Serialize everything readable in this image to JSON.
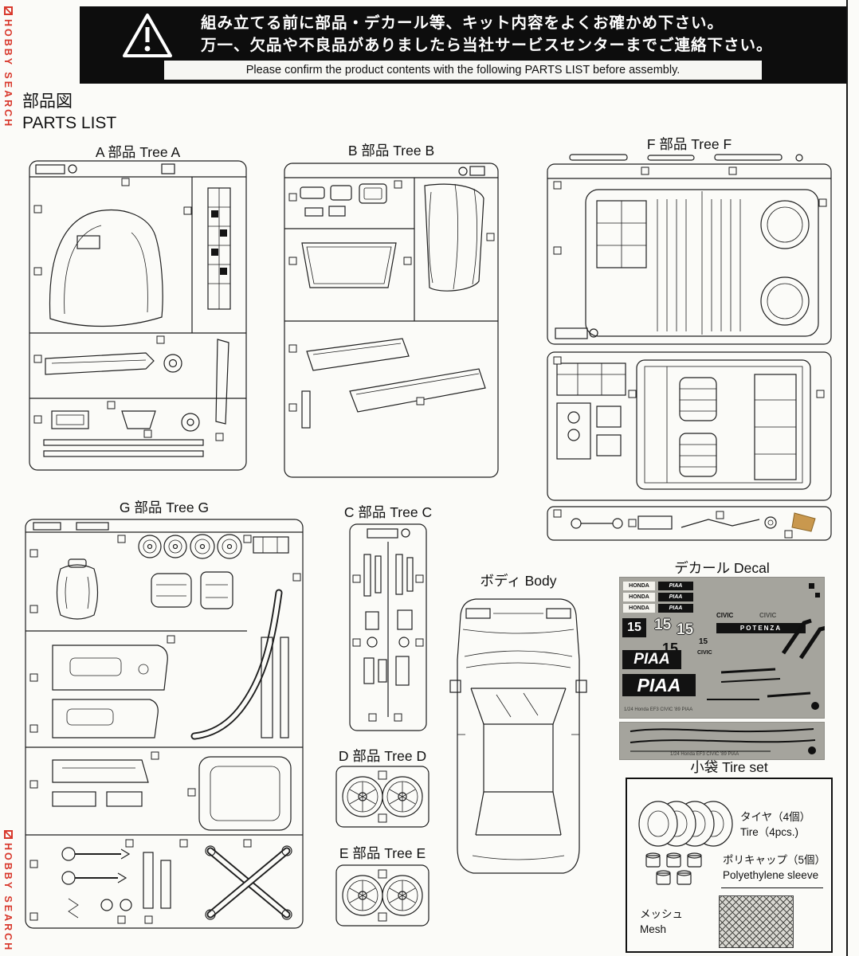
{
  "watermark": {
    "text": "HOBBY SEARCH",
    "color": "#d8382c"
  },
  "banner": {
    "line1": "組み立てる前に部品・デカール等、キット内容をよくお確かめ下さい。",
    "line2": "万一、欠品や不良品がありましたら当社サービスセンターまでご連絡下さい。",
    "english": "Please confirm the product contents with the following PARTS LIST before assembly."
  },
  "heading": {
    "jp": "部品図",
    "en": "PARTS LIST"
  },
  "trees": {
    "a": "A 部品 Tree A",
    "b": "B 部品 Tree B",
    "c": "C 部品 Tree C",
    "d": "D 部品 Tree D",
    "e": "E 部品 Tree E",
    "f": "F 部品 Tree F",
    "g": "G 部品 Tree G"
  },
  "body_label": "ボディ  Body",
  "decal": {
    "label": "デカール Decal",
    "honda": "HONDA",
    "piaa": "PIAA",
    "num15": "15",
    "civic": "CIVIC",
    "potenza": "POTENZA",
    "caption": "1/24 Honda EF3 CIVIC '89 PIAA"
  },
  "tire_set": {
    "label": "小袋 Tire set",
    "tire_jp": "タイヤ（4個）",
    "tire_en": "Tire（4pcs.)",
    "polycap_jp": "ポリキャップ（5個）",
    "polycap_en": "Polyethylene sleeve",
    "mesh_jp": "メッシュ",
    "mesh_en": "Mesh"
  }
}
